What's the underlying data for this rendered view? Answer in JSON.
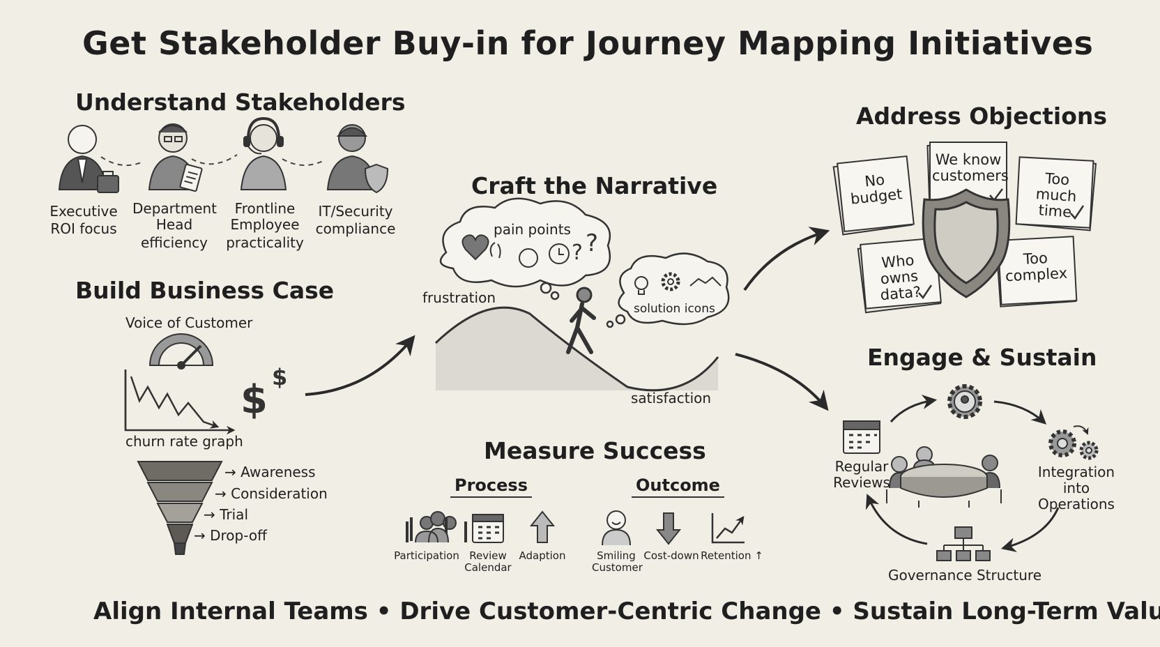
{
  "title": "Get Stakeholder Buy-in for Journey Mapping Initiatives",
  "footer": "Align Internal Teams • Drive Customer-Centric Change • Sustain Long-Term Value",
  "understand": {
    "heading": "Understand Stakeholders",
    "stakeholders": [
      {
        "role": "Executive",
        "focus": "ROI focus",
        "icon": "executive-icon"
      },
      {
        "role": "Department Head",
        "focus": "efficiency",
        "icon": "department-head-icon"
      },
      {
        "role": "Frontline Employee",
        "focus": "practicality",
        "icon": "frontline-employee-icon"
      },
      {
        "role": "IT/Security",
        "focus": "compliance",
        "icon": "it-security-icon"
      }
    ]
  },
  "business_case": {
    "heading": "Build Business Case",
    "gauge_label": "Voice of Customer",
    "graph_label": "churn rate graph",
    "funnel": [
      "Awareness",
      "Consideration",
      "Trial",
      "Drop-off"
    ]
  },
  "narrative": {
    "heading": "Craft the Narrative",
    "pain_label": "pain points",
    "solution_label": "solution icons",
    "frustration": "frustration",
    "satisfaction": "satisfaction"
  },
  "measure": {
    "heading": "Measure Success",
    "process_label": "Process",
    "outcome_label": "Outcome",
    "process_items": [
      "Participation",
      "Review Calendar",
      "Adaption"
    ],
    "outcome_items": [
      "Smiling Customer",
      "Cost-down",
      "Retention ↑"
    ]
  },
  "objections": {
    "heading": "Address Objections",
    "notes": [
      "No budget",
      "We know customers",
      "Too much time",
      "Who owns data?",
      "Too complex"
    ]
  },
  "engage": {
    "heading": "Engage & Sustain",
    "regular_reviews": "Regular Reviews",
    "integration": "Integration into Operations",
    "governance": "Governance Structure"
  }
}
